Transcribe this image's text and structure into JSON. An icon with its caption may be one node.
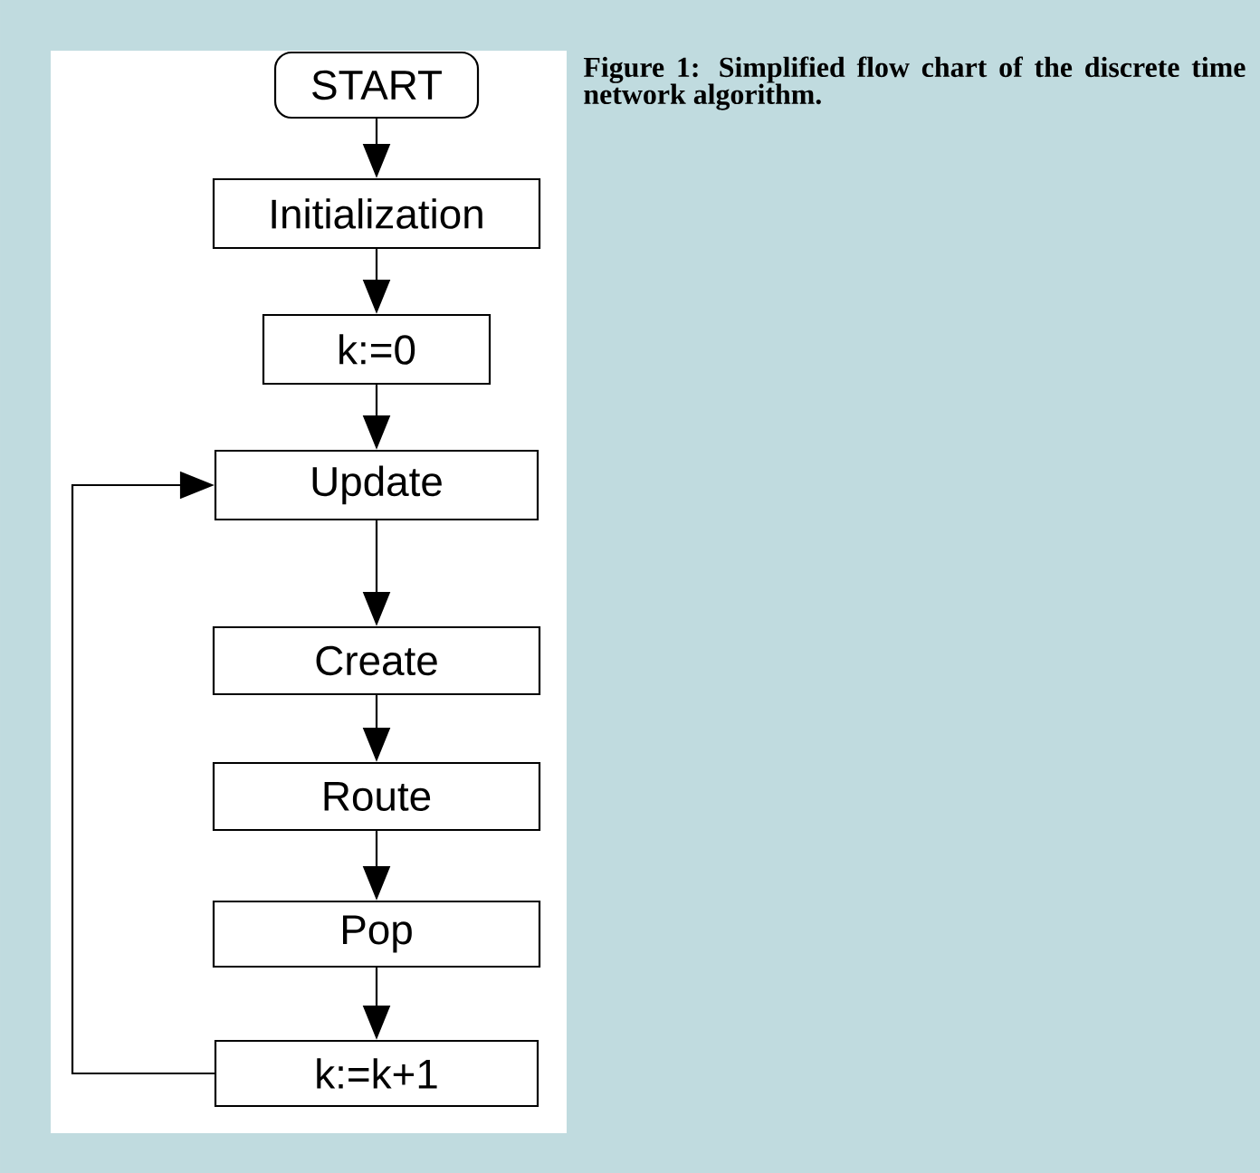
{
  "diagram": {
    "caption": "Figure 1: Simplified flow chart of the discrete time network algorithm.",
    "nodes": [
      {
        "text": [
          "START"
        ]
      },
      {
        "text": [
          "Initialization"
        ]
      },
      {
        "text": [
          "k:=0"
        ]
      },
      {
        "text": [
          "Update"
        ]
      },
      {
        "text": [
          "Create"
        ]
      },
      {
        "text": [
          "Route"
        ]
      },
      {
        "text": [
          "Pop"
        ]
      },
      {
        "text": [
          "k:=k+1"
        ]
      }
    ],
    "edges": [
      {
        "from": 0,
        "to": 1,
        "arrow": "to"
      },
      {
        "from": 1,
        "to": 2,
        "arrow": "to"
      },
      {
        "from": 2,
        "to": 3,
        "arrow": "to"
      },
      {
        "from": 3,
        "to": 4,
        "arrow": "to"
      },
      {
        "from": 4,
        "to": 5,
        "arrow": "to"
      },
      {
        "from": 5,
        "to": 6,
        "arrow": "to"
      },
      {
        "from": 6,
        "to": 7,
        "arrow": "to"
      },
      {
        "from": 7,
        "to": 3,
        "arrow": "to"
      }
    ]
  }
}
